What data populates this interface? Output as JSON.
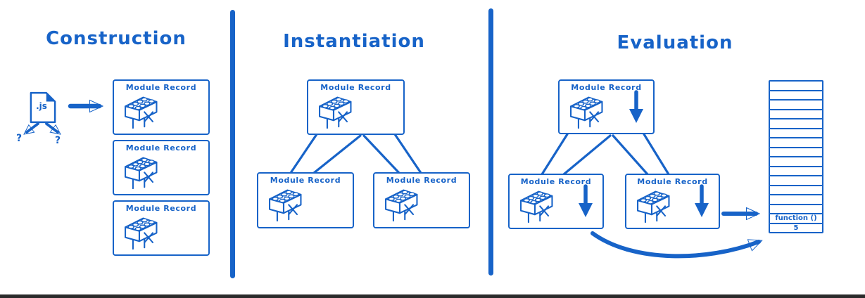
{
  "diagram": {
    "accent_color": "#1763c8",
    "background_color": "#ffffff",
    "footer_bar_color": "#2b2b2b"
  },
  "construction": {
    "title": "Construction",
    "file": {
      "label": ".js",
      "icon": "js-file-icon"
    },
    "unknown_left": "?",
    "unknown_right": "?",
    "arrow_icon": "right-arrow-icon",
    "records": [
      {
        "label": "Module Record",
        "icon": "lego-brick-icon"
      },
      {
        "label": "Module Record",
        "icon": "lego-brick-icon"
      },
      {
        "label": "Module Record",
        "icon": "lego-brick-icon"
      }
    ]
  },
  "instantiation": {
    "title": "Instantiation",
    "parent": {
      "label": "Module Record",
      "icon": "lego-brick-icon"
    },
    "children": [
      {
        "label": "Module Record",
        "icon": "lego-brick-icon"
      },
      {
        "label": "Module Record",
        "icon": "lego-brick-icon"
      }
    ]
  },
  "evaluation": {
    "title": "Evaluation",
    "parent": {
      "label": "Module Record",
      "icon": "lego-brick-icon",
      "arrow_icon": "down-arrow-icon"
    },
    "children": [
      {
        "label": "Module Record",
        "icon": "lego-brick-icon",
        "arrow_icon": "down-arrow-icon"
      },
      {
        "label": "Module Record",
        "icon": "lego-brick-icon",
        "arrow_icon": "down-arrow-icon"
      }
    ],
    "memory": {
      "empty_row_count": 14,
      "cells": [
        "function ()",
        "5"
      ],
      "straight_arrow_icon": "right-arrow-icon",
      "curved_arrow_icon": "curved-arrow-icon"
    }
  }
}
